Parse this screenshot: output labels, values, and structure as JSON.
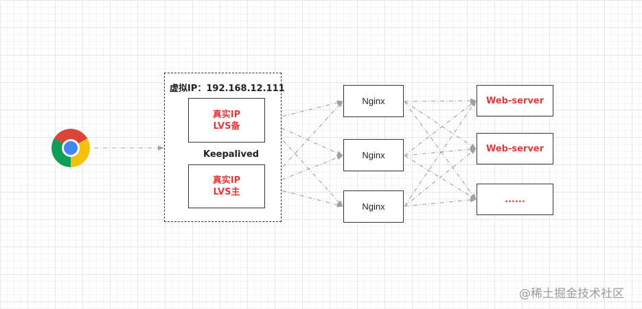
{
  "diagram": {
    "group_label": "虚拟IP：192.168.12.111",
    "middle_label": "Keepalived",
    "lvs_backup": {
      "line1": "真实IP",
      "line2": "LVS备"
    },
    "lvs_master": {
      "line1": "真实IP",
      "line2": "LVS主"
    },
    "nginx_nodes": [
      "Nginx",
      "Nginx",
      "Nginx"
    ],
    "servers": [
      "Web-server",
      "Web-server",
      "......"
    ],
    "client_icon": "chrome-browser-icon"
  },
  "colors": {
    "accent_text": "#e53935",
    "arrow": "#a0a0a0",
    "border": "#333333"
  },
  "watermark": "@稀土掘金技术社区"
}
